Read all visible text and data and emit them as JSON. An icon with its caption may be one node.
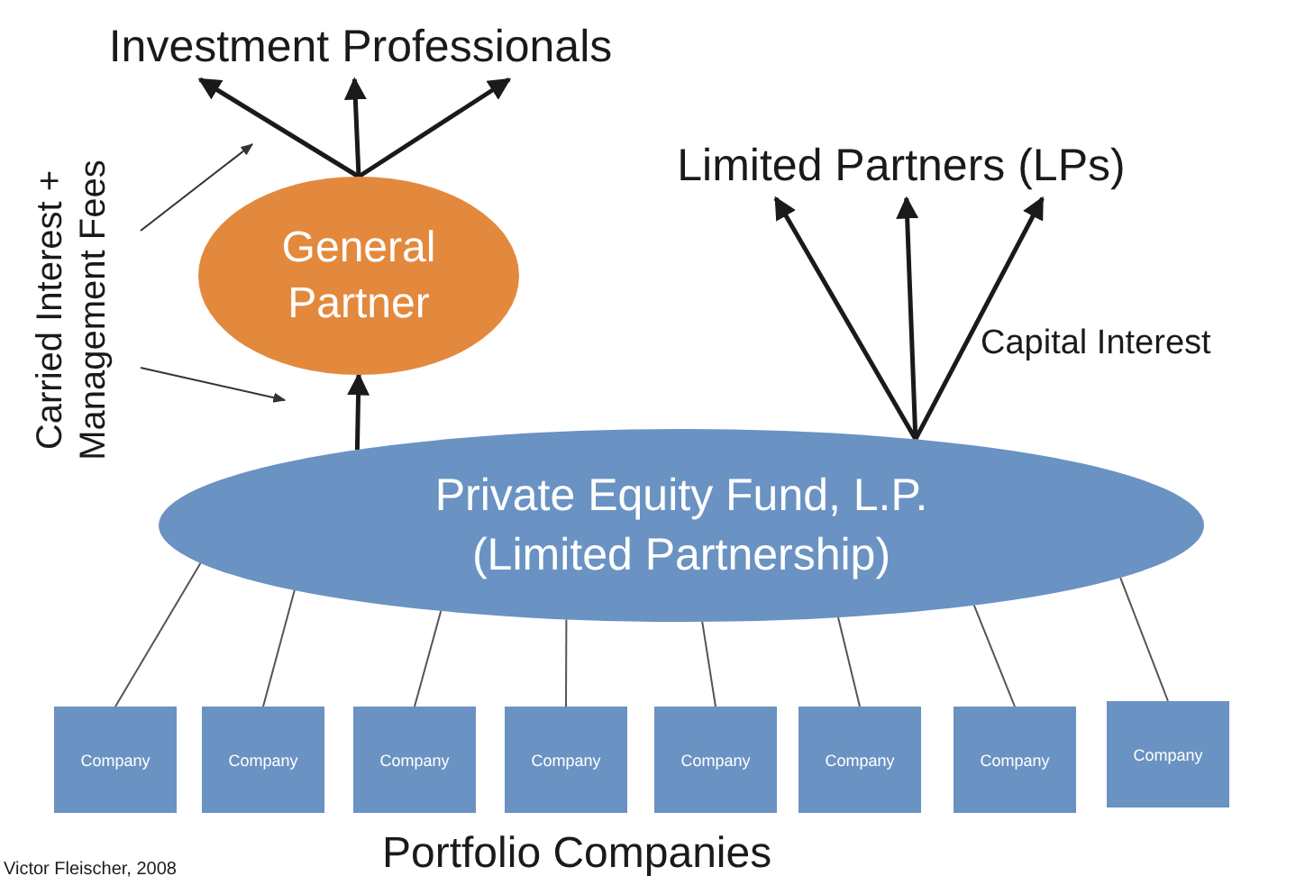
{
  "diagram": {
    "nodes": [
      {
        "text": [
          "Investment Professionals"
        ]
      },
      {
        "text": [
          "Limited Partners (LPs)"
        ]
      },
      {
        "text": [
          "General Partner"
        ]
      },
      {
        "text": [
          "Private Equity Fund, L.P. (Limited Partnership)"
        ]
      },
      {
        "text": [
          "Company"
        ]
      },
      {
        "text": [
          "Company"
        ]
      },
      {
        "text": [
          "Company"
        ]
      },
      {
        "text": [
          "Company"
        ]
      },
      {
        "text": [
          "Company"
        ]
      },
      {
        "text": [
          "Company"
        ]
      },
      {
        "text": [
          "Company"
        ]
      },
      {
        "text": [
          "Company"
        ]
      }
    ],
    "edges": [
      {
        "from": 2,
        "to": 0,
        "arrow": "to",
        "style": "thick"
      },
      {
        "from": 2,
        "to": 0,
        "arrow": "to",
        "style": "thick"
      },
      {
        "from": 2,
        "to": 0,
        "arrow": "to",
        "style": "thick"
      },
      {
        "from": 3,
        "to": 2,
        "arrow": "to",
        "style": "thick"
      },
      {
        "from": 3,
        "to": 1,
        "arrow": "to",
        "style": "thick"
      },
      {
        "from": 3,
        "to": 1,
        "arrow": "to",
        "style": "thick"
      },
      {
        "from": 3,
        "to": 1,
        "arrow": "to",
        "style": "thick"
      },
      {
        "from": 3,
        "to": 4,
        "arrow": "none"
      },
      {
        "from": 3,
        "to": 5,
        "arrow": "none"
      },
      {
        "from": 3,
        "to": 6,
        "arrow": "none"
      },
      {
        "from": 3,
        "to": 7,
        "arrow": "none"
      },
      {
        "from": 3,
        "to": 8,
        "arrow": "none"
      },
      {
        "from": 3,
        "to": 9,
        "arrow": "none"
      },
      {
        "from": 3,
        "to": 10,
        "arrow": "none"
      },
      {
        "from": 3,
        "to": 11,
        "arrow": "none"
      }
    ],
    "labels": [
      "Carried Interest + Management Fees",
      "Capital Interest",
      "Portfolio Companies",
      "Victor Fleischer, 2008"
    ]
  }
}
